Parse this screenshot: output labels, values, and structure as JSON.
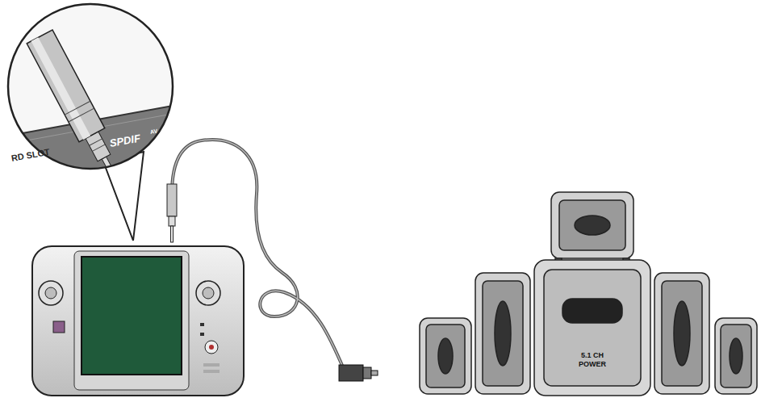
{
  "diagram": {
    "nodes": [
      {
        "text": [
          "5.1 CH POWER"
        ]
      }
    ],
    "labels": [
      "SPDIF",
      "AV",
      "RD SLOT"
    ]
  }
}
